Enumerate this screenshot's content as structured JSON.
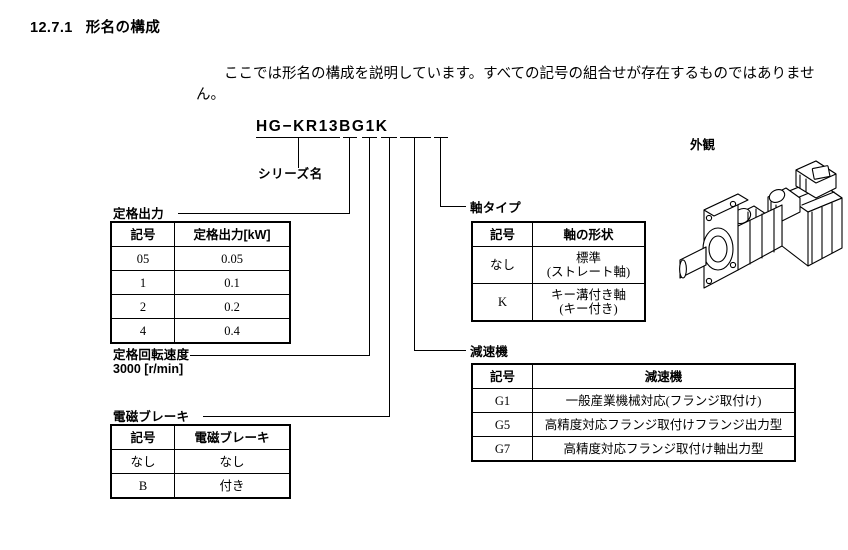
{
  "heading": {
    "number": "12.7.1",
    "title": "形名の構成"
  },
  "intro": {
    "paragraph": "ここでは形名の構成を説明しています。すべての記号の組合せが存在するものではありません。"
  },
  "model": {
    "full": "HG−KR13BG1K",
    "series_part": "HG−KR",
    "output_part": "1",
    "speed_part": "3",
    "brake_part": "B",
    "gear_part": "G1",
    "shaft_part": "K",
    "series_label": "シリーズ名"
  },
  "callouts": {
    "rated_output": "定格出力",
    "rated_speed_name": "定格回転速度",
    "rated_speed_value": "3000 [r/min]",
    "brake": "電磁ブレーキ",
    "shaft_type": "軸タイプ",
    "gear": "減速機",
    "exterior": "外観"
  },
  "tables": {
    "rated_output": {
      "headers": [
        "記号",
        "定格出力[kW]"
      ],
      "rows": [
        [
          "05",
          "0.05"
        ],
        [
          "1",
          "0.1"
        ],
        [
          "2",
          "0.2"
        ],
        [
          "4",
          "0.4"
        ]
      ]
    },
    "brake": {
      "headers": [
        "記号",
        "電磁ブレーキ"
      ],
      "rows": [
        [
          "なし",
          "なし"
        ],
        [
          "B",
          "付き"
        ]
      ]
    },
    "shaft_type": {
      "headers": [
        "記号",
        "軸の形状"
      ],
      "rows": [
        [
          "なし",
          "標準",
          "(ストレート軸)"
        ],
        [
          "K",
          "キー溝付き軸",
          "(キー付き)"
        ]
      ]
    },
    "gear": {
      "headers": [
        "記号",
        "減速機"
      ],
      "rows": [
        [
          "G1",
          "一般産業機械対応(フランジ取付け)"
        ],
        [
          "G5",
          "高精度対応フランジ取付けフランジ出力型"
        ],
        [
          "G7",
          "高精度対応フランジ取付け軸出力型"
        ]
      ]
    }
  },
  "colors": {
    "ink": "#000000",
    "page": "#ffffff"
  }
}
